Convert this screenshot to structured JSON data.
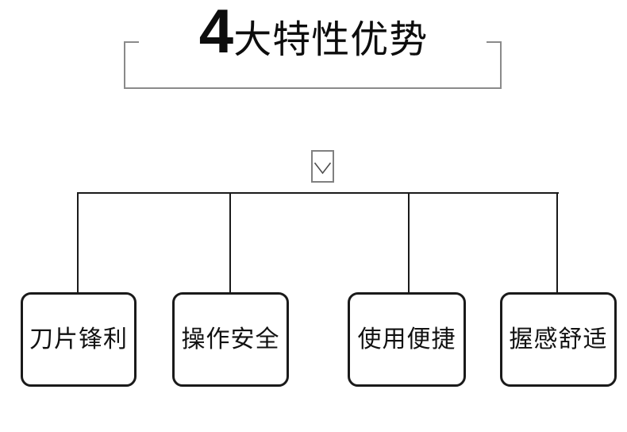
{
  "title": {
    "number": "4",
    "text": "大特性优势"
  },
  "connector": {
    "chevron_icon": "chevron-down-icon"
  },
  "features": [
    {
      "label": "刀片锋利"
    },
    {
      "label": "操作安全"
    },
    {
      "label": "使用便捷"
    },
    {
      "label": "握感舒适"
    }
  ],
  "colors": {
    "background": "#ffffff",
    "title_text": "#0d0d0d",
    "frame_gray": "#8a8a8a",
    "chevron_box_gray": "#808080",
    "connector_line": "#1a1a1a",
    "box_border": "#1a1a1a",
    "box_label": "#111111"
  }
}
